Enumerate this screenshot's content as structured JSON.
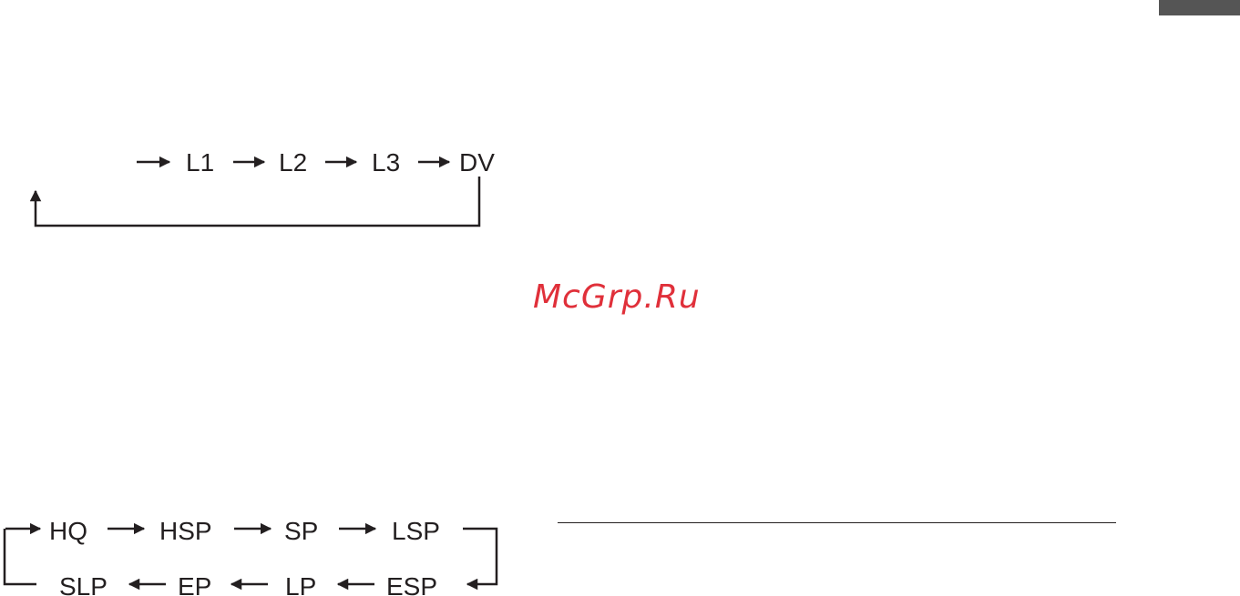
{
  "colors": {
    "ink": "#231f20",
    "watermark": "#e0303a",
    "tab": "#555555"
  },
  "top_cycle": {
    "nodes": [
      "L1",
      "L2",
      "L3",
      "DV"
    ]
  },
  "bottom_cycle": {
    "top_row": [
      "HQ",
      "HSP",
      "SP",
      "LSP"
    ],
    "bottom_row": [
      "SLP",
      "EP",
      "LP",
      "ESP"
    ]
  },
  "watermark": {
    "text": "McGrp.Ru"
  }
}
